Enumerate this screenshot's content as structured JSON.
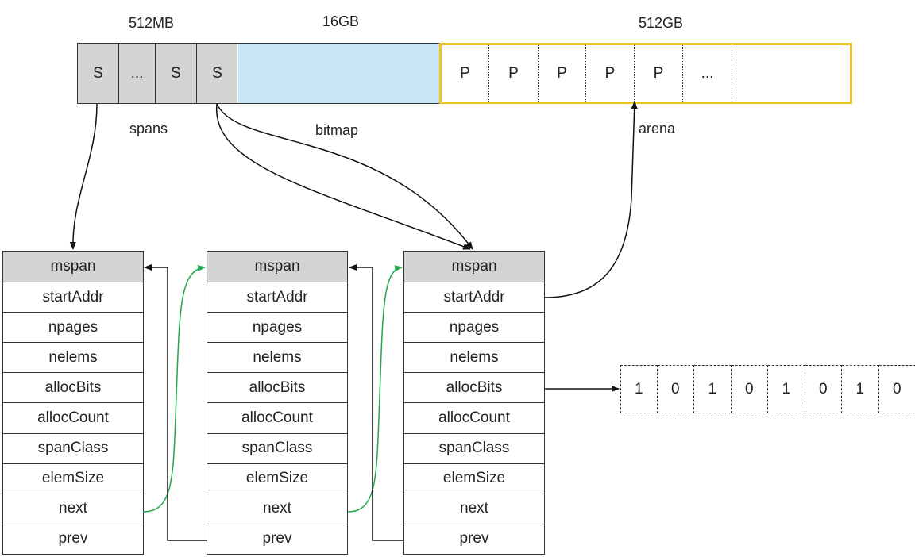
{
  "memory": {
    "spans_size": "512MB",
    "bitmap_size": "16GB",
    "arena_size": "512GB",
    "spans_cells": [
      "S",
      "...",
      "S",
      "S"
    ],
    "arena_cells": [
      "P",
      "P",
      "P",
      "P",
      "P",
      "..."
    ],
    "spans_label": "spans",
    "bitmap_label": "bitmap",
    "arena_label": "arena",
    "colors": {
      "spans_fill": "#d4d4d4",
      "bitmap_fill": "#c7e5f5",
      "arena_border": "#f0c228",
      "link_arrow": "#1ea84a"
    }
  },
  "mspans": [
    {
      "fields": [
        "mspan",
        "startAddr",
        "npages",
        "nelems",
        "allocBits",
        "allocCount",
        "spanClass",
        "elemSize",
        "next",
        "prev"
      ]
    },
    {
      "fields": [
        "mspan",
        "startAddr",
        "npages",
        "nelems",
        "allocBits",
        "allocCount",
        "spanClass",
        "elemSize",
        "next",
        "prev"
      ]
    },
    {
      "fields": [
        "mspan",
        "startAddr",
        "npages",
        "nelems",
        "allocBits",
        "allocCount",
        "spanClass",
        "elemSize",
        "next",
        "prev"
      ]
    }
  ],
  "alloc_bits": [
    "1",
    "0",
    "1",
    "0",
    "1",
    "0",
    "1",
    "0"
  ]
}
